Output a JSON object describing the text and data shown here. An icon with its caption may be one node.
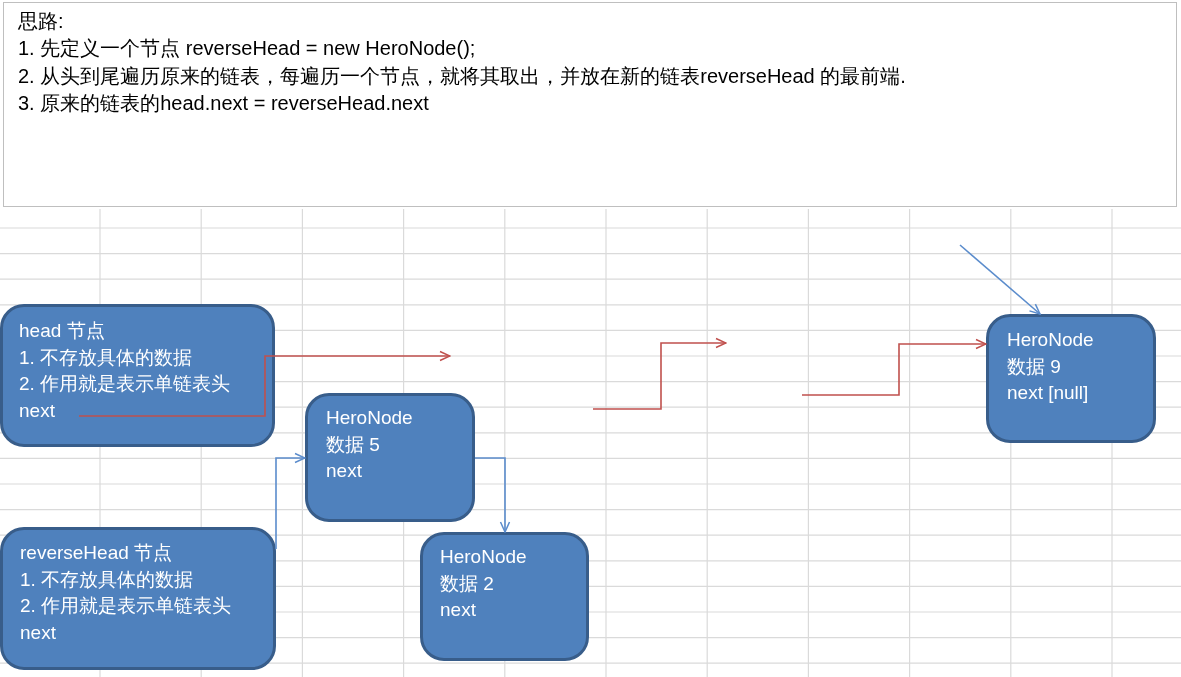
{
  "diagram": {
    "nodes": [
      {
        "text": [
          "思路:",
          "1. 先定义一个节点 reverseHead = new HeroNode();",
          "2. 从头到尾遍历原来的链表，每遍历一个节点，就将其取出，并放在新的链表reverseHead 的最前端.",
          "3. 原来的链表的head.next = reverseHead.next"
        ]
      },
      {
        "text": [
          "head 节点",
          "1. 不存放具体的数据",
          "2. 作用就是表示单链表头",
          "next"
        ]
      },
      {
        "text": [
          "reverseHead 节点",
          "1. 不存放具体的数据",
          "2. 作用就是表示单链表头",
          "next"
        ]
      },
      {
        "text": [
          "HeroNode",
          "数据 5",
          "next"
        ]
      },
      {
        "text": [
          "HeroNode",
          "数据 2",
          "next"
        ]
      },
      {
        "text": [
          "HeroNode",
          "数据 9",
          "next [null]"
        ]
      }
    ],
    "edges": [
      {
        "from": 1,
        "to": null,
        "arrow": "to",
        "color": "#c0504d"
      },
      {
        "from": 2,
        "to": 3,
        "arrow": "to"
      },
      {
        "from": 3,
        "to": 4,
        "arrow": "to"
      },
      {
        "from": null,
        "to": 5,
        "arrow": "to",
        "color": "#c0504d"
      },
      {
        "from": null,
        "to": 5,
        "arrow": "to"
      }
    ]
  }
}
